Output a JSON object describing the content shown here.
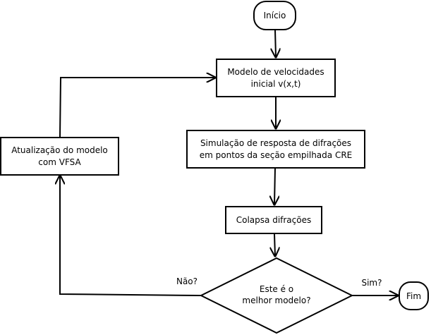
{
  "nodes": {
    "start": {
      "label": "Início"
    },
    "initial_model": {
      "line1": "Modelo de velocidades",
      "line2": "inicial v(x,t)"
    },
    "simulation": {
      "line1": "Simulação de resposta de difrações",
      "line2": "em pontos da seção empilhada CRE"
    },
    "collapse": {
      "label": "Colapsa difrações"
    },
    "decision": {
      "line1": "Este é o",
      "line2": "melhor modelo?"
    },
    "update": {
      "line1": "Atualização do modelo",
      "line2": "com VFSA"
    },
    "end": {
      "label": "Fim"
    }
  },
  "edges": {
    "no_label": "Não?",
    "yes_label": "Sim?"
  }
}
